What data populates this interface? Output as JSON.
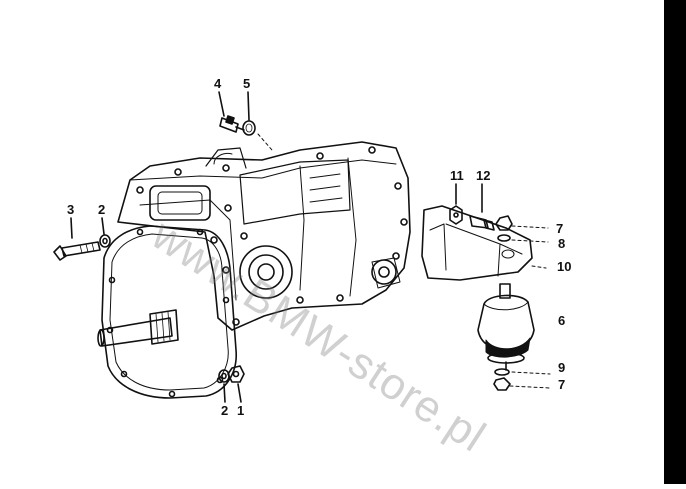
{
  "diagram": {
    "callouts": {
      "c1": "1",
      "c2a": "2",
      "c2b": "2",
      "c3": "3",
      "c4": "4",
      "c5": "5",
      "c6": "6",
      "c7a": "7",
      "c7b": "7",
      "c8": "8",
      "c9": "9",
      "c10": "10",
      "c11": "11",
      "c12": "12"
    },
    "watermark": "www.BMW-store.pl"
  },
  "colors": {
    "ink": "#111111",
    "paper": "#ffffff",
    "edge_bar": "#000000"
  }
}
